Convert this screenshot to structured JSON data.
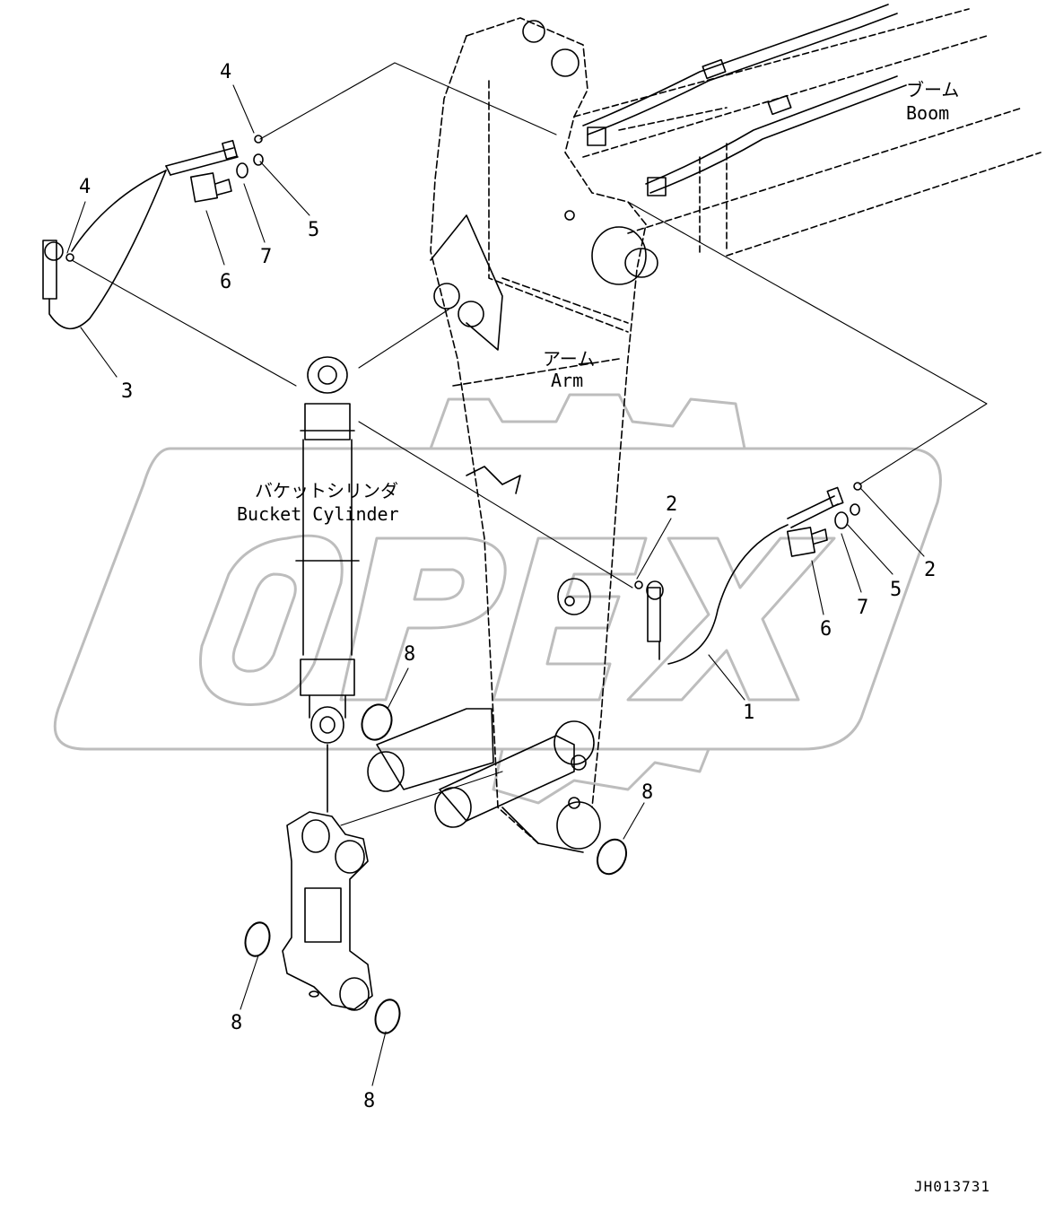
{
  "labels": {
    "boom_jp": "ブーム",
    "boom_en": "Boom",
    "arm_jp": "アーム",
    "arm_en": "Arm",
    "bucket_cylinder_jp": "バケットシリンダ",
    "bucket_cylinder_en": "Bucket Cylinder"
  },
  "callouts": [
    {
      "id": "c4a",
      "text": "4"
    },
    {
      "id": "c4b",
      "text": "4"
    },
    {
      "id": "c5a",
      "text": "5"
    },
    {
      "id": "c7a",
      "text": "7"
    },
    {
      "id": "c6a",
      "text": "6"
    },
    {
      "id": "c3",
      "text": "3"
    },
    {
      "id": "c2a",
      "text": "2"
    },
    {
      "id": "c2b",
      "text": "2"
    },
    {
      "id": "c5b",
      "text": "5"
    },
    {
      "id": "c7b",
      "text": "7"
    },
    {
      "id": "c6b",
      "text": "6"
    },
    {
      "id": "c1",
      "text": "1"
    },
    {
      "id": "c8a",
      "text": "8"
    },
    {
      "id": "c8b",
      "text": "8"
    },
    {
      "id": "c8c",
      "text": "8"
    },
    {
      "id": "c8d",
      "text": "8"
    }
  ],
  "watermark": "OPEX",
  "drawing_number": "JH013731"
}
